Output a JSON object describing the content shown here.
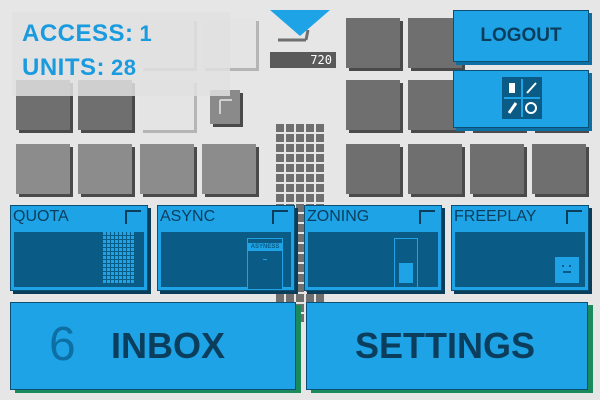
{
  "stats": {
    "access_label": "ACCESS:",
    "access_value": "1",
    "units_label": "UNITS:",
    "units_value": "28"
  },
  "counter": {
    "value": "720"
  },
  "header": {
    "logout_label": "LOGOUT"
  },
  "tools": {
    "icon": "tools-grid-icon"
  },
  "modes": [
    {
      "label": "QUOTA",
      "icon": "grid-pattern-icon"
    },
    {
      "label": "ASYNC",
      "icon": "async-card-icon",
      "card_text": "ASYNESS"
    },
    {
      "label": "ZONING",
      "icon": "zone-bar-icon"
    },
    {
      "label": "FREEPLAY",
      "icon": "smiley-block-icon"
    }
  ],
  "inbox": {
    "count": "6",
    "label": "INBOX"
  },
  "settings": {
    "label": "SETTINGS"
  },
  "colors": {
    "accent": "#1ea3e6",
    "dark_text": "#0b3e5c",
    "tile_dark": "#6f6f6f"
  }
}
